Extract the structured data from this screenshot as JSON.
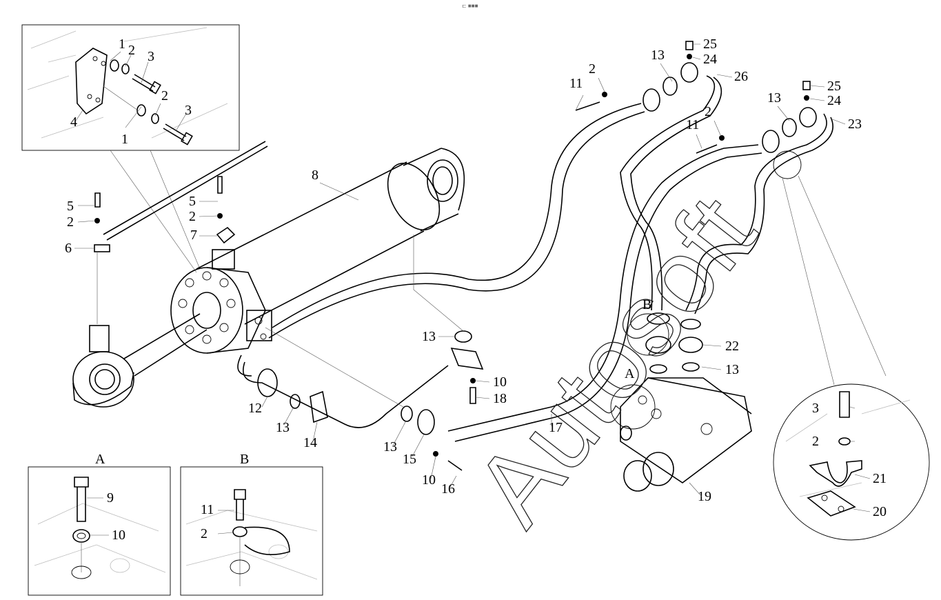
{
  "header": {
    "mark": "⊏ ■■■"
  },
  "watermark": "Autosoft",
  "callouts": {
    "inset_top": [
      "1",
      "2",
      "3",
      "4",
      "2",
      "3",
      "1"
    ],
    "cylinder": [
      "5",
      "2",
      "6",
      "5",
      "2",
      "7",
      "8"
    ],
    "hoses": [
      "11",
      "2",
      "13",
      "25",
      "24",
      "26",
      "11",
      "2",
      "13",
      "25",
      "24",
      "23"
    ],
    "lower": [
      "13",
      "10",
      "18",
      "12",
      "13",
      "14",
      "13",
      "15",
      "10",
      "16",
      "17"
    ],
    "valve": [
      "B",
      "22",
      "13",
      "A",
      "19"
    ],
    "detail_right": [
      "3",
      "2",
      "21",
      "20"
    ]
  },
  "inset_A": {
    "title": "A",
    "labels": [
      "9",
      "10"
    ]
  },
  "inset_B": {
    "title": "B",
    "labels": [
      "11",
      "2"
    ]
  }
}
